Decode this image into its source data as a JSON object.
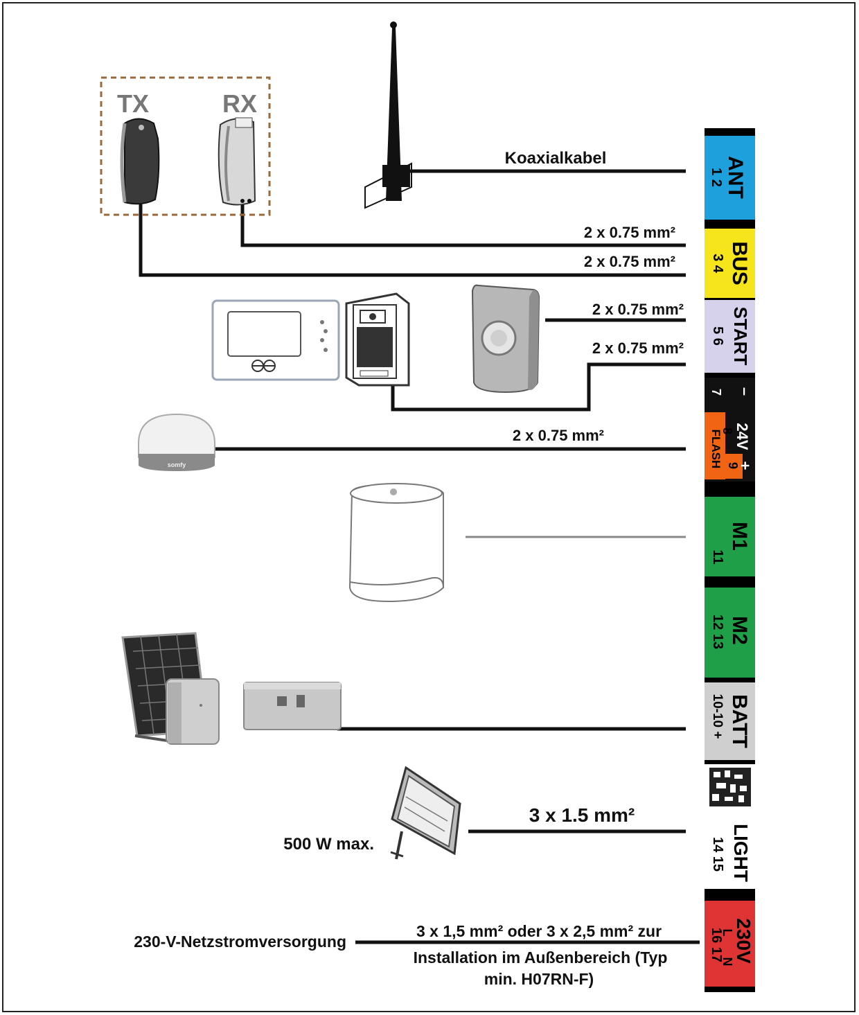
{
  "devices": {
    "tx_label": "TX",
    "rx_label": "RX"
  },
  "cables": {
    "antenna": "Koaxialkabel",
    "rx": "2 x 0.75 mm²",
    "tx": "2 x 0.75 mm²",
    "start_1": "2 x 0.75 mm²",
    "start_2": "2 x 0.75 mm²",
    "flash": "2 x 0.75 mm²",
    "light": "3 x 1.5 mm²",
    "mains_line1": "3 x 1,5 mm² oder 3 x 2,5 mm² zur",
    "mains_line2": "Installation im Außenbereich (Typ",
    "mains_line3": "min. H07RN-F)"
  },
  "labels": {
    "lamp_power": "500 W max.",
    "mains_supply": "230-V-Netzstromversorgung",
    "flash_brand": "somfy"
  },
  "terminals": {
    "ant": {
      "name": "ANT",
      "pins": "1  2"
    },
    "bus": {
      "name": "BUS",
      "pins": "3  4"
    },
    "start": {
      "name": "START",
      "pins": "5  6"
    },
    "v24": {
      "name": "24V",
      "minus": "–",
      "plus": "+",
      "pin7": "7",
      "pin8": "8",
      "pin9": "9",
      "flash": "FLASH"
    },
    "m1": {
      "name": "M1",
      "pins": "11"
    },
    "m2": {
      "name": "M2",
      "pins": "12  13"
    },
    "batt": {
      "name": "BATT",
      "pins": "10-10 +"
    },
    "light": {
      "name": "LIGHT",
      "pins": "14  15"
    },
    "v230": {
      "name": "230V",
      "l": "L",
      "n": "N",
      "pins": "16  17"
    }
  },
  "colors": {
    "ant": "#1ea0dc",
    "bus": "#f5e51a",
    "start": "#d7d2ec",
    "v24": "#111111",
    "flash": "#f06414",
    "m": "#1f9f48",
    "batt": "#cfcfcf",
    "light": "#ffffff",
    "v230": "#de3434",
    "device_border": "#9a6a3a"
  }
}
